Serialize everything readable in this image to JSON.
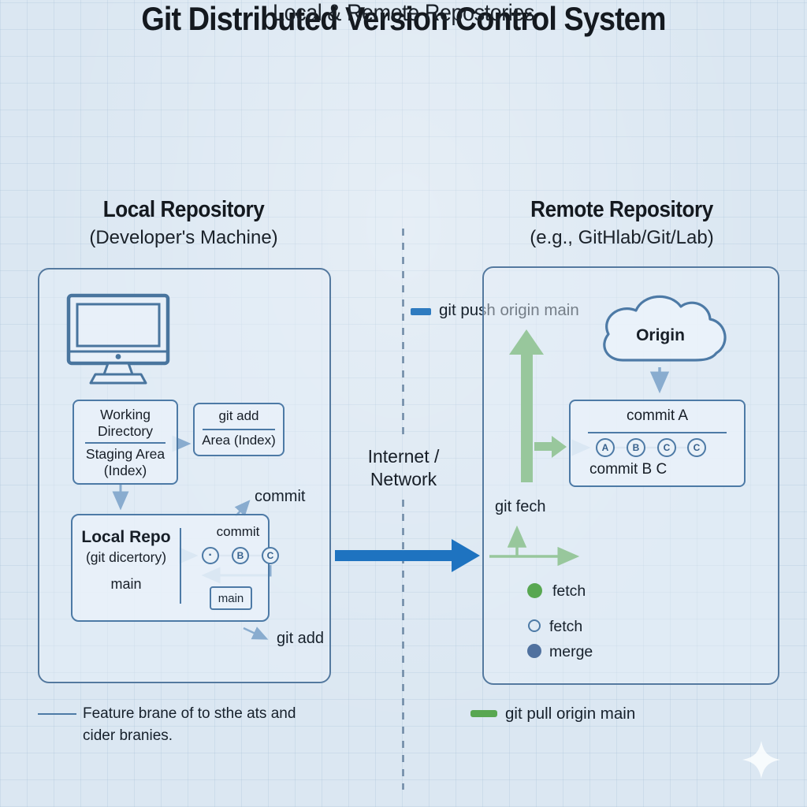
{
  "title": "Git Distributed Version Control System",
  "subtitle": "Local & Remote Repostories",
  "colors": {
    "background": "#dbe7f2",
    "box_border": "#4d7aa6",
    "push_blue": "#1e73c0",
    "pull_green": "#58a751",
    "merge_dot": "#50719f",
    "ink": "#171e27"
  },
  "local": {
    "heading": "Local Repository",
    "subheading": "(Developer's Machine)",
    "monitor_icon": "desktop-computer",
    "working_dir_top": "Working Directory",
    "working_dir_bottom": "Staging Area (Index)",
    "git_add_top": "git add",
    "git_add_bottom": "Area (Index)",
    "commit_callout": "commit",
    "repo_title": "Local Repo",
    "repo_subtitle": "(git dicertory)",
    "repo_branch": "main",
    "repo_commit_label": "commit",
    "repo_nodes": [
      "·",
      "B",
      "C"
    ],
    "repo_branch_tag": "main",
    "git_add_callout": "git add",
    "footnote_line1": "Feature brane of to sthe ats and",
    "footnote_line2": "cider branies."
  },
  "center": {
    "network_line1": "Internet /",
    "network_line2": "Network",
    "push_label": "git push origin main",
    "pull_label": "git pull origin main"
  },
  "remote": {
    "heading": "Remote Repository",
    "subheading": "(e.g., GitHlab/Git/Lab)",
    "cloud_label": "Origin",
    "commit_box": {
      "top": "commit A",
      "nodes": [
        "A",
        "B",
        "C",
        "C"
      ],
      "bottom": "commit B C"
    },
    "fetch_label": "git fech",
    "legend": [
      {
        "marker": "green-filled-dot",
        "label": "fetch"
      },
      {
        "marker": "outlined-dot",
        "label": "fetch"
      },
      {
        "marker": "blue-filled-dot",
        "label": "merge"
      }
    ]
  }
}
